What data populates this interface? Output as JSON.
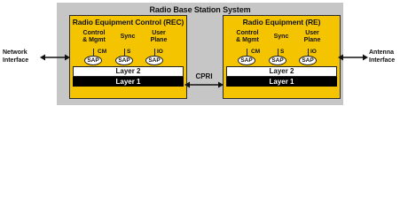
{
  "system": {
    "title": "Radio Base Station System"
  },
  "rec": {
    "title": "Radio Equipment Control (REC)",
    "planes": [
      {
        "label": "Control\n& Mgmt",
        "sap_label": "SAP",
        "tag": "CM"
      },
      {
        "label": "Sync",
        "sap_label": "SAP",
        "tag": "S"
      },
      {
        "label": "User\nPlane",
        "sap_label": "SAP",
        "tag": "IO"
      }
    ],
    "layer2": "Layer 2",
    "layer1": "Layer 1"
  },
  "re": {
    "title": "Radio Equipment (RE)",
    "planes": [
      {
        "label": "Control\n& Mgmt",
        "sap_label": "SAP",
        "tag": "CM"
      },
      {
        "label": "Sync",
        "sap_label": "SAP",
        "tag": "S"
      },
      {
        "label": "User\nPlane",
        "sap_label": "SAP",
        "tag": "IO"
      }
    ],
    "layer2": "Layer 2",
    "layer1": "Layer 1"
  },
  "link": {
    "label": "CPRI"
  },
  "left_interface": {
    "label": "Network\nInterface"
  },
  "right_interface": {
    "label": "Antenna\nInterface"
  },
  "colors": {
    "panel": "#f5c400",
    "system_bg": "#c6c6c6",
    "layer1": "#000000"
  }
}
